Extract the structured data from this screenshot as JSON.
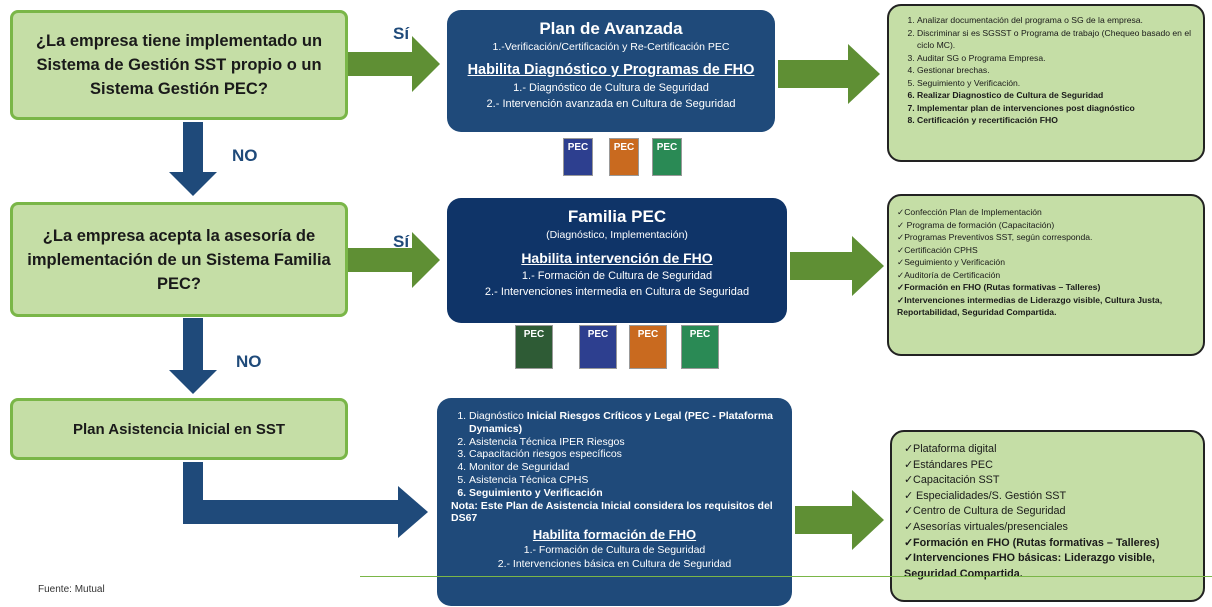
{
  "questions": {
    "q1": "¿La empresa tiene implementado un Sistema de Gestión SST propio o un Sistema Gestión PEC?",
    "q2": "¿La empresa acepta la asesoría de implementación de un Sistema Familia PEC?",
    "q3": "Plan Asistencia Inicial en SST"
  },
  "labels": {
    "si": "Sí",
    "no": "NO"
  },
  "plan_avanzada": {
    "title": "Plan de Avanzada",
    "subtitle": "1.-Verificación/Certificación y Re-Certificación PEC",
    "section": "Habilita Diagnóstico y Programas de FHO",
    "line1": "1.- Diagnóstico de Cultura de Seguridad",
    "line2": "2.- Intervención avanzada en Cultura de Seguridad"
  },
  "familia_pec": {
    "title": "Familia PEC",
    "subtitle": "(Diagnóstico, Implementación)",
    "section": "Habilita intervención de FHO",
    "line1": "1.- Formación de Cultura de Seguridad",
    "line2": "2.- Intervenciones intermedia en Cultura de Seguridad"
  },
  "asistencia": {
    "item1_a": "Diagnóstico ",
    "item1_b": "Inicial Riesgos Críticos y  Legal (PEC - Plataforma Dynamics)",
    "item2": "Asistencia Técnica IPER Riesgos",
    "item3": "Capacitación riesgos específicos",
    "item4": "Monitor de Seguridad",
    "item5": "Asistencia Técnica CPHS",
    "item6": "Seguimiento y Verificación",
    "note": "Nota: Este Plan de Asistencia Inicial considera los requisitos del DS67",
    "section": "Habilita formación de FHO",
    "line1": "1.- Formación de Cultura de Seguridad",
    "line2": "2.- Intervenciones básica en Cultura de Seguridad"
  },
  "right1": [
    "Analizar documentación del programa o SG de la empresa.",
    "Discriminar si es SGSST o Programa de trabajo (Chequeo basado en el ciclo MC).",
    "Auditar SG o Programa Empresa.",
    "Gestionar brechas.",
    "Seguimiento y Verificación.",
    "Realizar Diagnostico de Cultura de Seguridad",
    "Implementar plan de intervenciones post diagnóstico",
    "Certificación y recertificación FHO"
  ],
  "right2": [
    "Confección Plan de Implementación",
    " Programa de formación (Capacitación)",
    "Programas Preventivos SST, según corresponda.",
    "Certificación CPHS",
    "Seguimiento y Verificación",
    "Auditoría de Certificación",
    "Formación en FHO (Rutas formativas – Talleres)",
    "Intervenciones intermedias de Liderazgo visible, Cultura Justa, Reportabilidad, Seguridad Compartida."
  ],
  "right3": [
    "Plataforma digital",
    "Estándares PEC",
    "Capacitación SST",
    " Especialidades/S. Gestión SST",
    "Centro de Cultura de Seguridad",
    "Asesorías virtuales/presenciales",
    "Formación en FHO (Rutas formativas – Talleres)",
    "Intervenciones FHO básicas: Liderazgo visible, Seguridad Compartida."
  ],
  "badge_text": "PEC",
  "footer": "Fuente: Mutual",
  "colors": {
    "green_fill": "#c5dea6",
    "green_border": "#7ab648",
    "navy": "#1f4a7a",
    "dark_navy": "#0f3468",
    "arrow_green": "#5f8f34",
    "arrow_blue": "#1f4a7a"
  }
}
